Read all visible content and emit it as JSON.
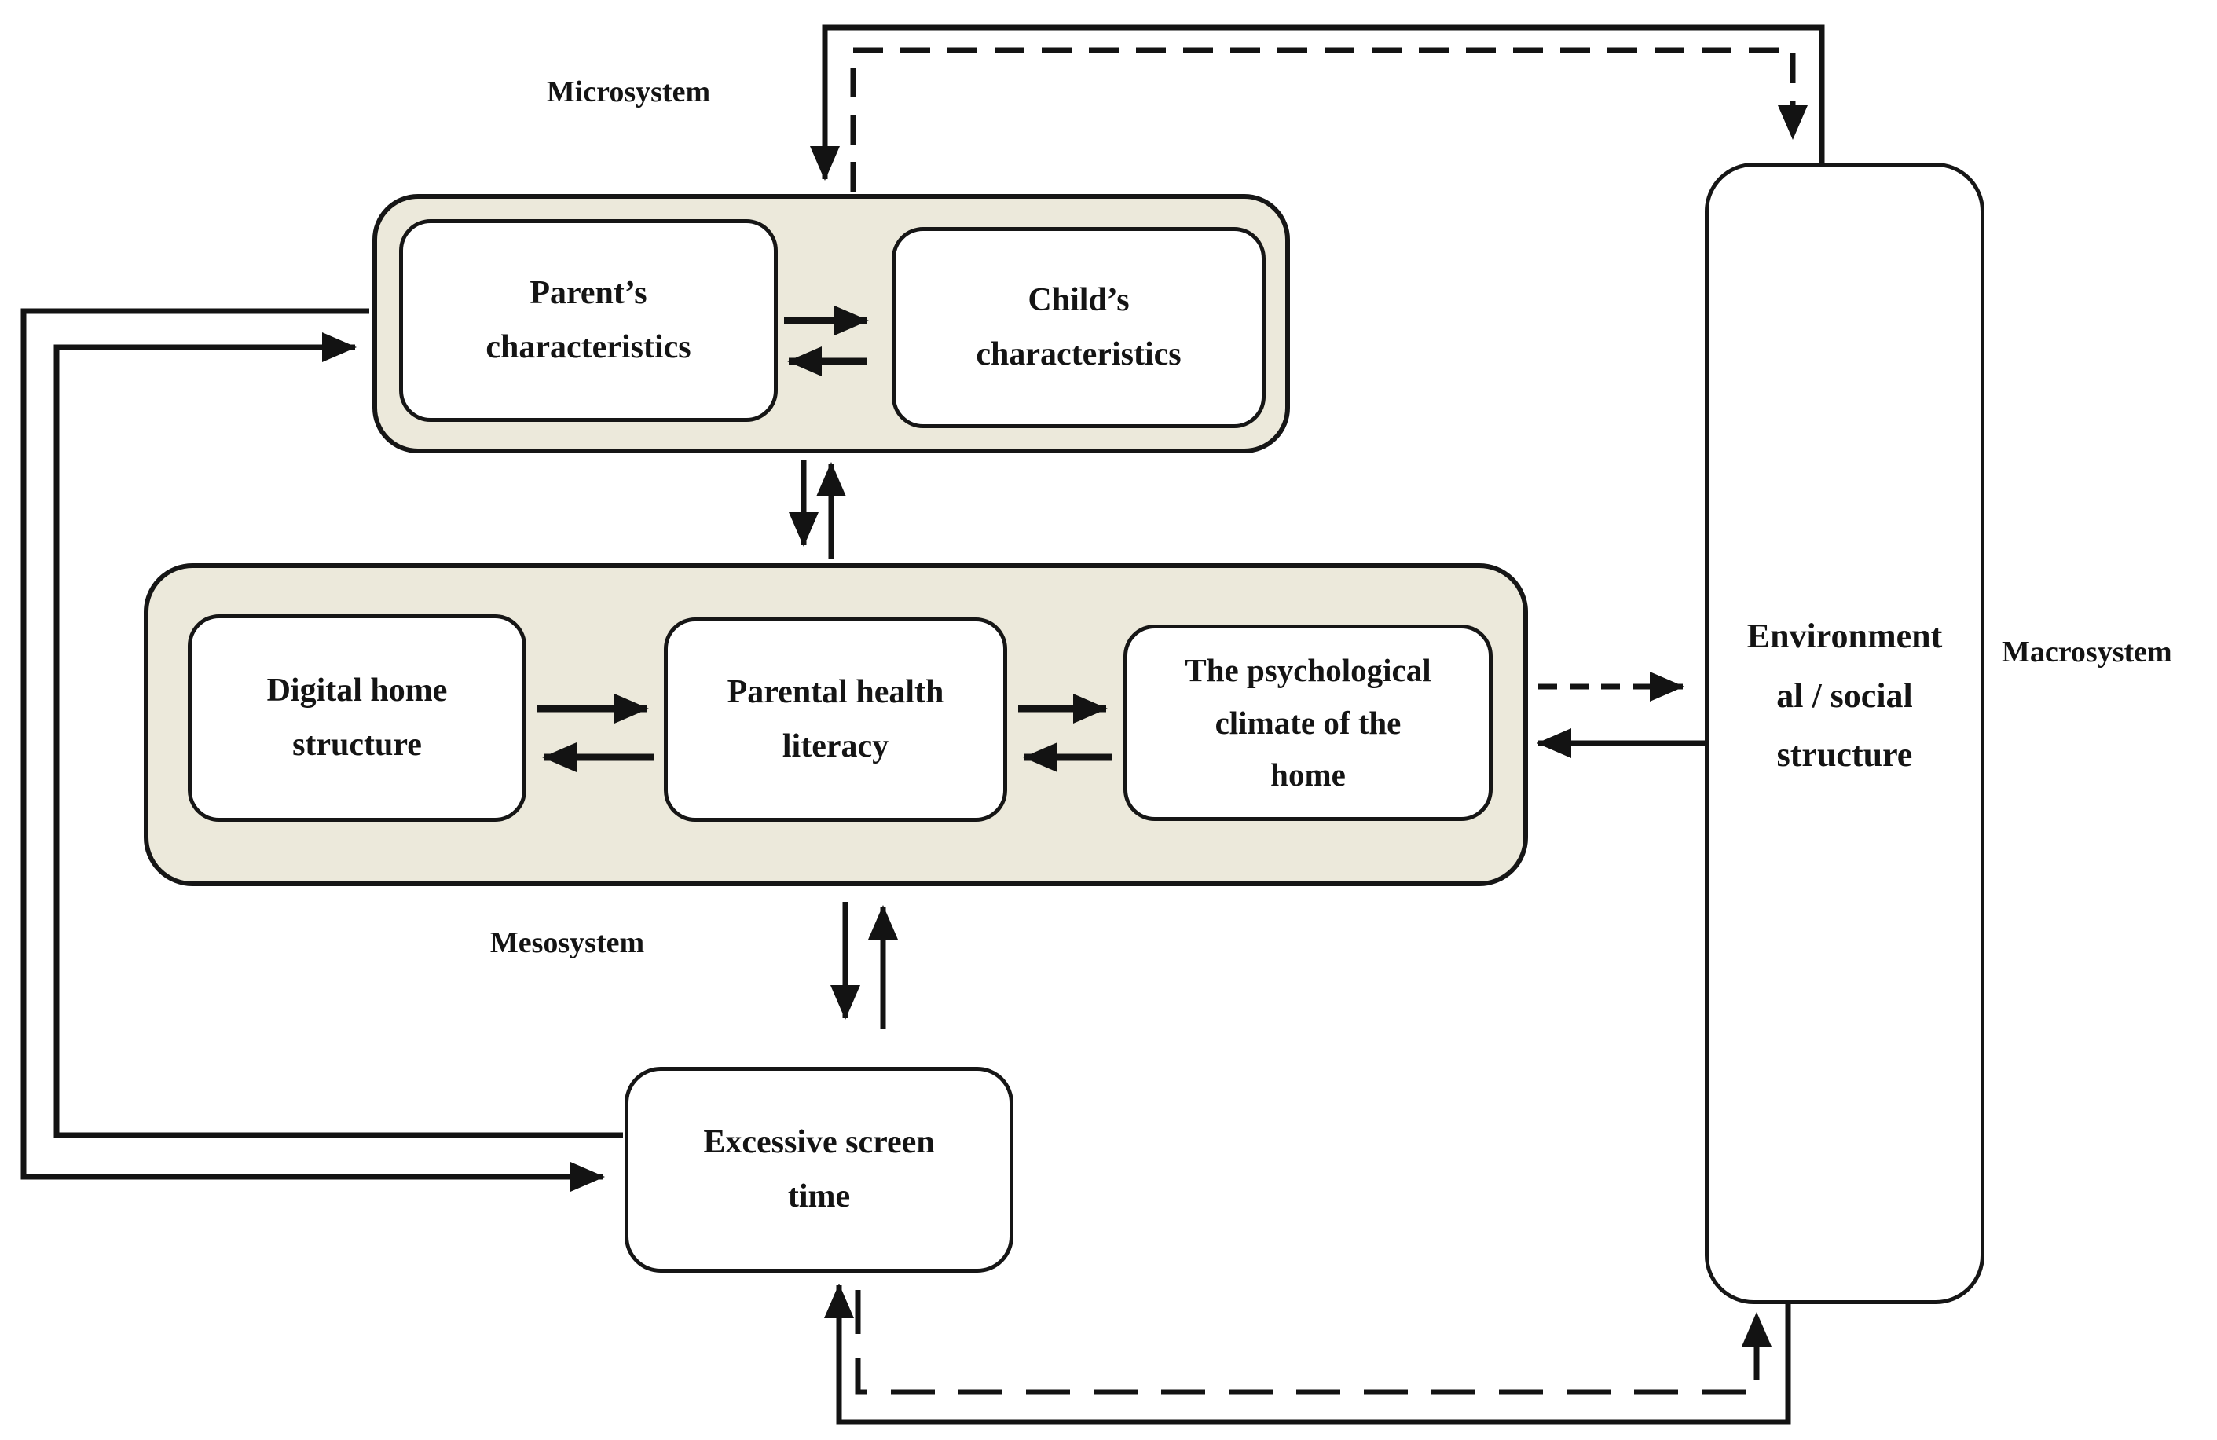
{
  "colors": {
    "container-fill": "#ece9db",
    "box-fill": "#ffffff",
    "ink": "#141414"
  },
  "system_labels": {
    "microsystem": "Microsystem",
    "mesosystem": "Mesosystem",
    "macrosystem": "Macrosystem"
  },
  "nodes": {
    "parent": {
      "label": "Parent’s characteristics",
      "lines": [
        "Parent’s",
        "characteristics"
      ]
    },
    "child": {
      "label": "Child’s characteristics",
      "lines": [
        "Child’s",
        "characteristics"
      ]
    },
    "digital_home": {
      "label": "Digital home structure",
      "lines": [
        "Digital home",
        "structure"
      ]
    },
    "parental_health": {
      "label": "Parental health literacy",
      "lines": [
        "Parental health",
        "literacy"
      ]
    },
    "psychological_climate": {
      "label": "The psychological climate of the home",
      "lines": [
        "The psychological",
        "climate of the",
        "home"
      ]
    },
    "environment": {
      "label": "Environmental / social structure",
      "lines": [
        "Environment",
        "al / social",
        "structure"
      ]
    },
    "screen_time": {
      "label": "Excessive screen time",
      "lines": [
        "Excessive screen",
        "time"
      ]
    }
  }
}
